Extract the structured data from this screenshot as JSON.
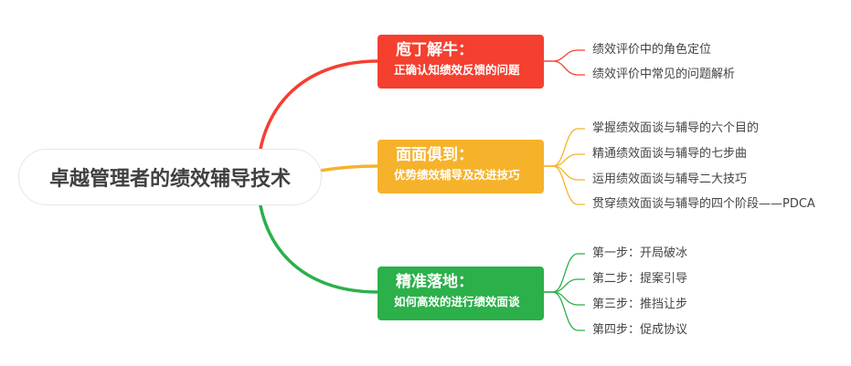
{
  "colors": {
    "red": "#f53f2f",
    "yellow": "#f6b22a",
    "green": "#2bb04a"
  },
  "root": {
    "title": "卓越管理者的绩效辅导技术"
  },
  "branches": [
    {
      "title": "庖丁解牛：",
      "subtitle": "正确认知绩效反馈的问题",
      "leaves": [
        "绩效评价中的角色定位",
        "绩效评价中常见的问题解析"
      ]
    },
    {
      "title": "面面俱到：",
      "subtitle": "优势绩效辅导及改进技巧",
      "leaves": [
        "掌握绩效面谈与辅导的六个目的",
        "精通绩效面谈与辅导的七步曲",
        "运用绩效面谈与辅导二大技巧",
        "贯穿绩效面谈与辅导的四个阶段——PDCA"
      ]
    },
    {
      "title": "精准落地：",
      "subtitle": "如何高效的进行绩效面谈",
      "leaves": [
        "第一步：开局破冰",
        "第二步：提案引导",
        "第三步：推挡让步",
        "第四步：促成协议"
      ]
    }
  ]
}
